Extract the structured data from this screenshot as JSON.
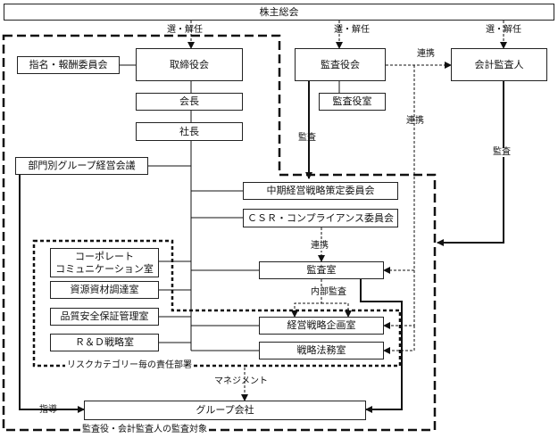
{
  "boxes": {
    "shareholders": "株主総会",
    "nomination": "指名・報酬委員会",
    "board": "取締役会",
    "chairman": "会長",
    "president": "社長",
    "division_group": "部門別グループ経営会議",
    "audit_board": "監査役会",
    "audit_board_office": "監査役室",
    "accounting_auditor": "会計監査人",
    "midterm_committee": "中期経営戦略策定委員会",
    "csr_committee": "ＣＳＲ・コンプライアンス委員会",
    "audit_office": "監査室",
    "corporate_comm": "コーポレート\nコミュニケーション室",
    "procurement": "資源資材調達室",
    "quality": "品質安全保証管理室",
    "rnd": "Ｒ＆Ｄ戦略室",
    "planning": "経営戦略企画室",
    "legal": "戦略法務室",
    "group_companies": "グループ会社"
  },
  "labels": {
    "appoint_1": "選・解任",
    "appoint_2": "選・解任",
    "appoint_3": "選・解任",
    "coop_1": "連携",
    "coop_2": "連携",
    "coop_3": "連携",
    "audit_1": "監査",
    "audit_2": "監査",
    "internal_audit": "内部監査",
    "risk_zone": "リスクカテゴリー毎の責任部署",
    "management": "マネジメント",
    "guidance": "指導",
    "audit_scope": "監査役・会計監査人の監査対象"
  }
}
